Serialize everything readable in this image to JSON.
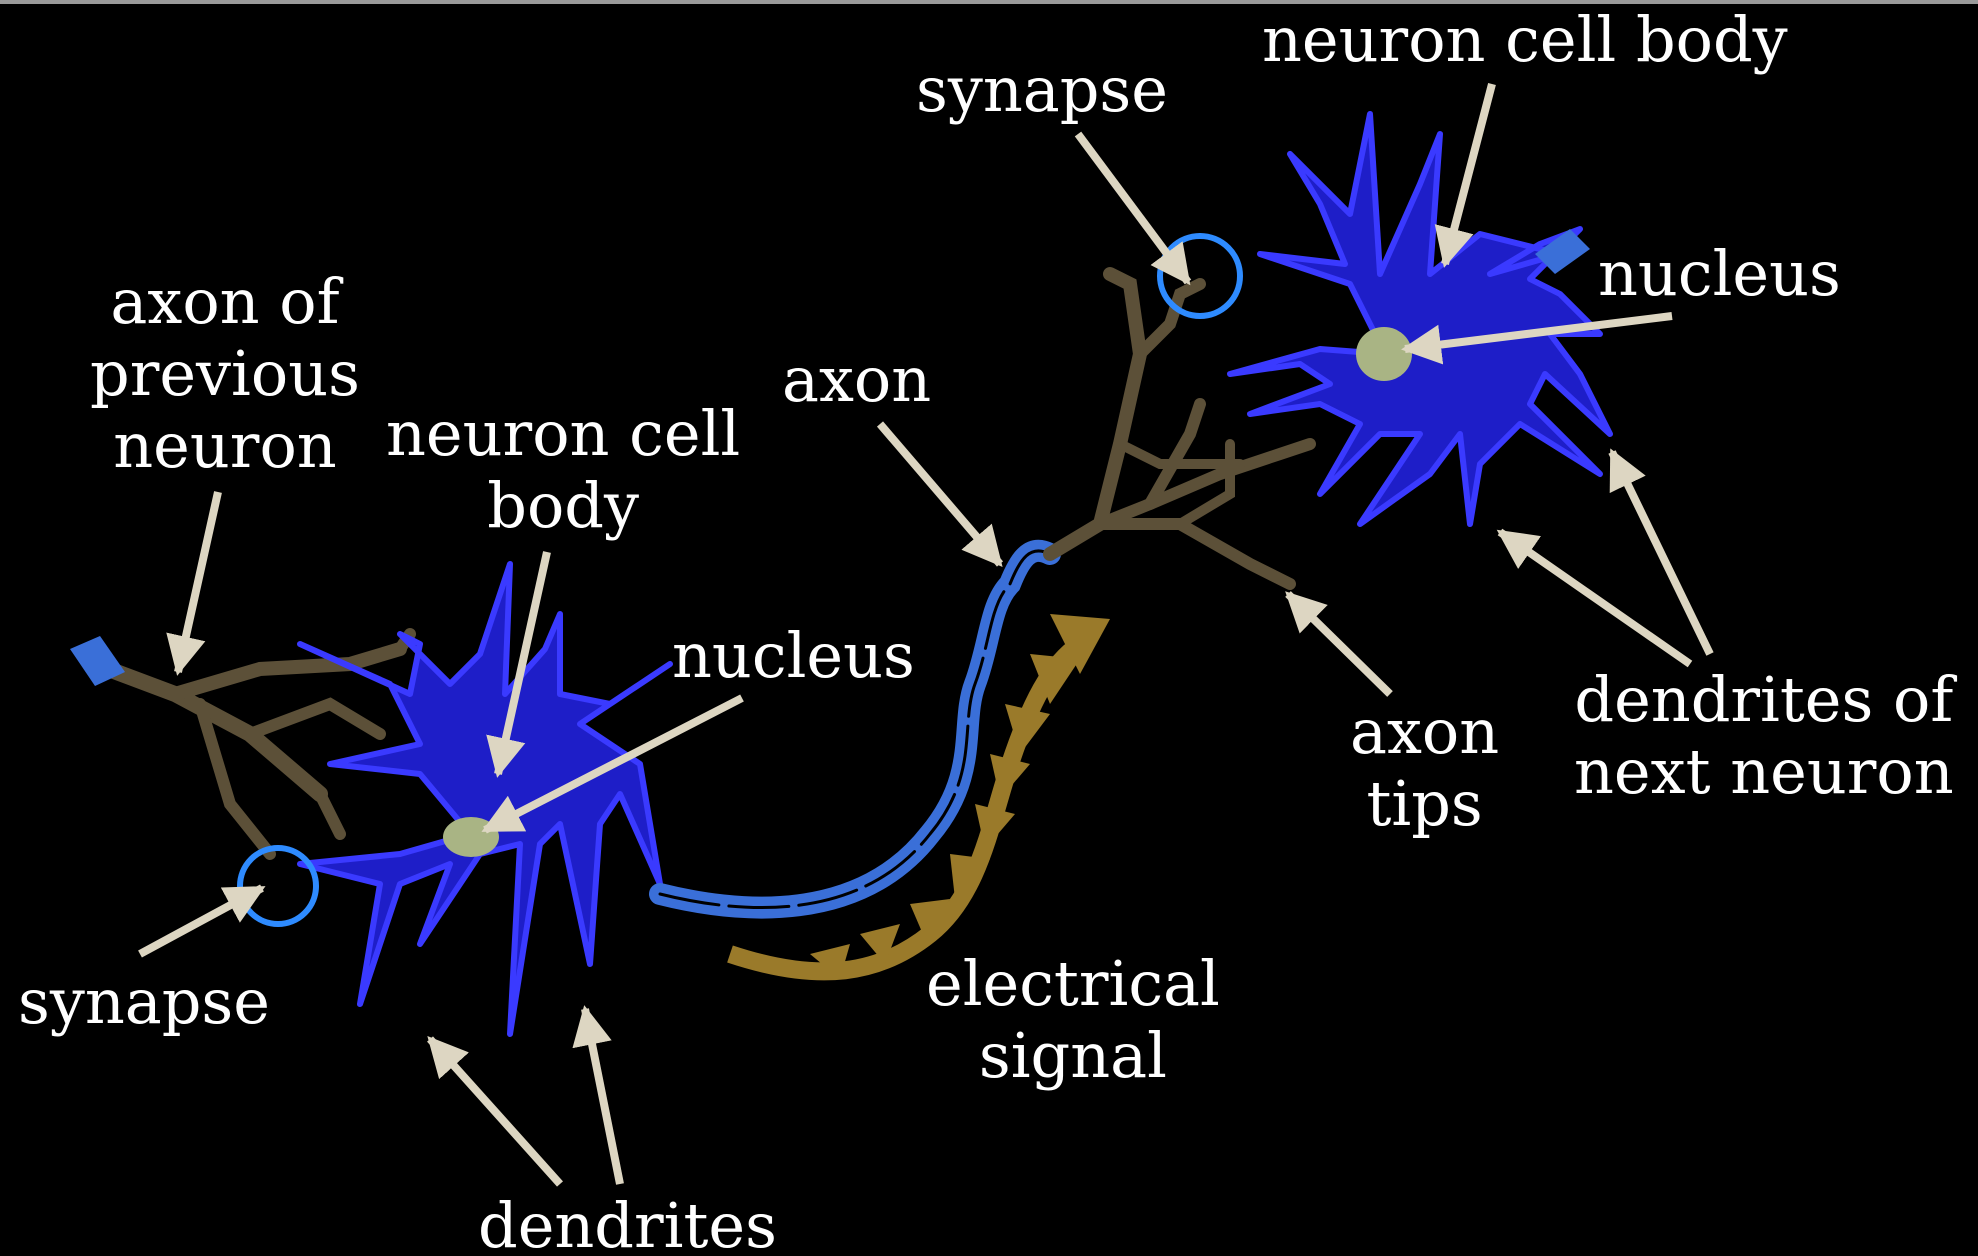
{
  "colors": {
    "background": "#000000",
    "neuron_body": "#1e1ec8",
    "neuron_outline": "#3a3aff",
    "nucleus": "#a9b484",
    "axon_sheath": "#3a6fd8",
    "axon_terminal": "#5c5038",
    "signal_arrow": "#9a7a2a",
    "pointer_arrow": "#ddd6c2",
    "synapse_circle": "#2e8bff",
    "text": "#ffffff"
  },
  "labels": {
    "top_cell_body": "neuron cell body",
    "top_synapse": "synapse",
    "top_nucleus": "nucleus",
    "axon_prev": [
      "axon of",
      "previous",
      "neuron"
    ],
    "cell_body_left": [
      "neuron cell",
      "body"
    ],
    "axon": "axon",
    "nucleus_left": "nucleus",
    "axon_tips": [
      "axon",
      "tips"
    ],
    "dendrites_next": [
      "dendrites of",
      "next neuron"
    ],
    "synapse_left": "synapse",
    "electrical_signal": [
      "electrical",
      "signal"
    ],
    "dendrites": "dendrites"
  }
}
